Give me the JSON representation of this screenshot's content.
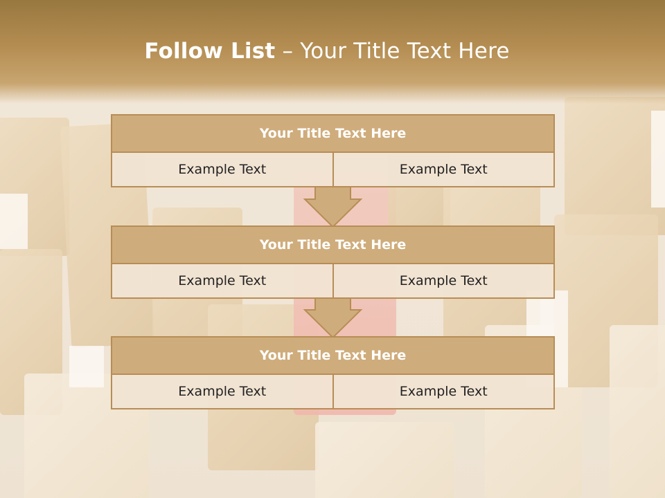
{
  "slide": {
    "title_bold": "Follow List",
    "title_rest": " – Your Title Text Here"
  },
  "groups": [
    {
      "title": "Your Title Text Here",
      "items": [
        "Example Text",
        "Example Text"
      ]
    },
    {
      "title": "Your Title Text Here",
      "items": [
        "Example Text",
        "Example Text"
      ]
    },
    {
      "title": "Your Title Text Here",
      "items": [
        "Example Text",
        "Example Text"
      ]
    }
  ],
  "colors": {
    "header": "#b48d52",
    "box_title": "#cfac7b",
    "border": "#b78d56",
    "cell": "#f1e4d3",
    "arrow": "#cfac7b"
  }
}
